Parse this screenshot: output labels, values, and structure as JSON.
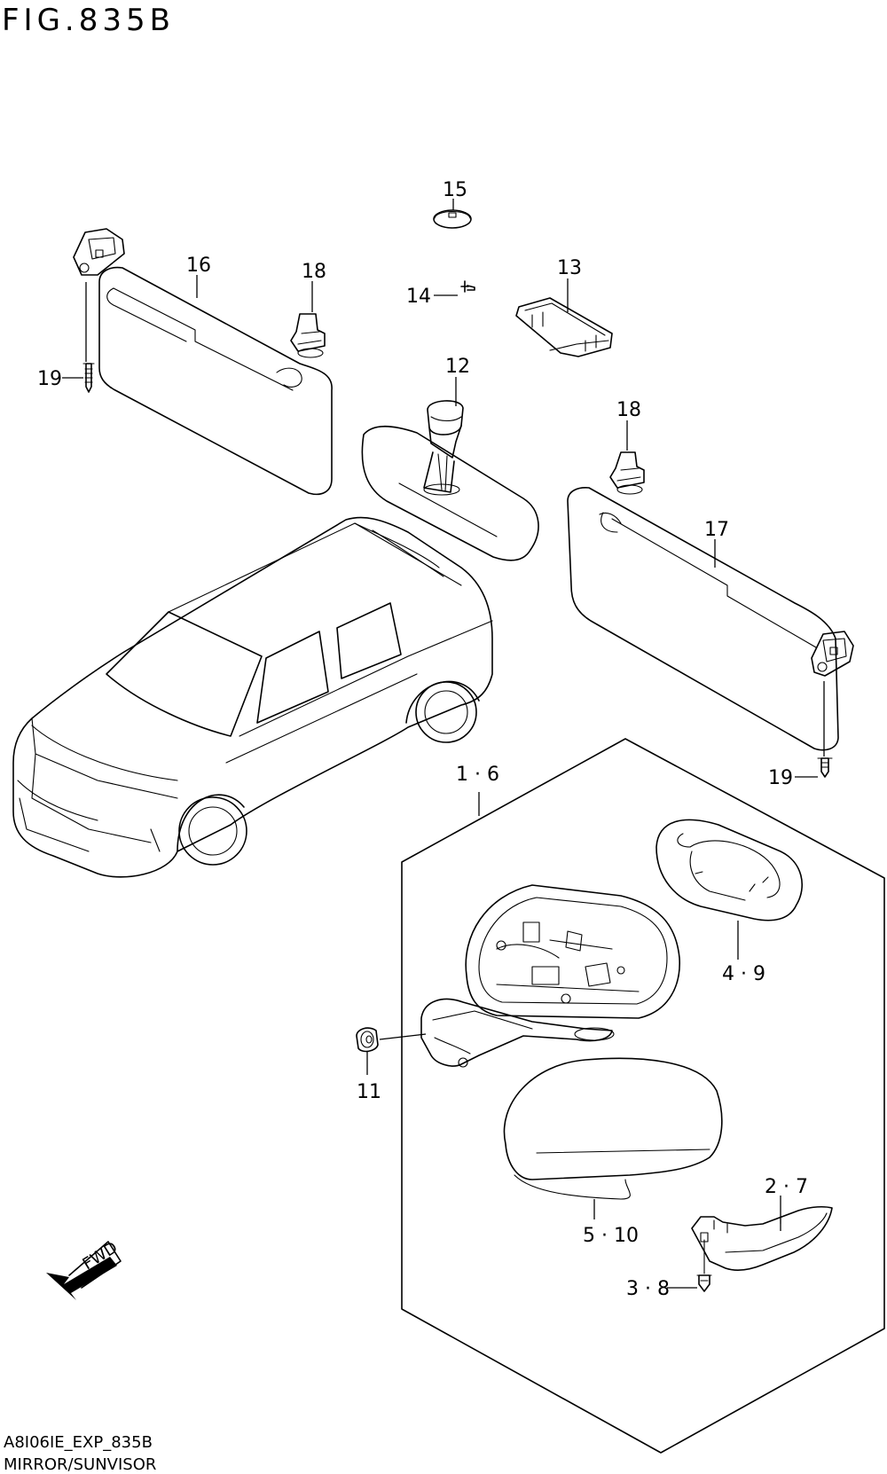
{
  "figure": {
    "title": "FIG.835B",
    "code": "A8I06IE_EXP_835B",
    "caption": "MIRROR/SUNVISOR"
  },
  "callouts": {
    "c15": "15",
    "c16": "16",
    "c18a": "18",
    "c13": "13",
    "c14": "14",
    "c19a": "19",
    "c12": "12",
    "c18b": "18",
    "c17": "17",
    "c19b": "19",
    "c1_6": "1 · 6",
    "c4_9": "4 · 9",
    "c11": "11",
    "c2_7": "2 · 7",
    "c5_10": "5 · 10",
    "c3_8": "3 · 8"
  },
  "direction": {
    "label": "FWD"
  }
}
